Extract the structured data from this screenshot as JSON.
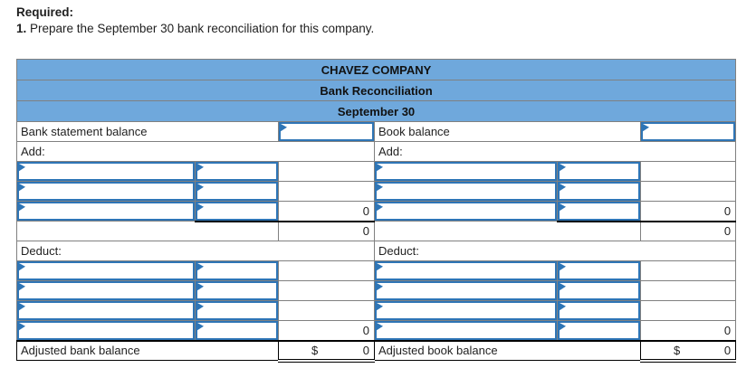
{
  "instructions": {
    "required_label": "Required:",
    "item_number": "1.",
    "item_text": "Prepare the September 30 bank reconciliation for this company."
  },
  "table": {
    "colors": {
      "header_bg": "#6fa8dc",
      "input_border": "#2e75b6",
      "grid": "#808080"
    },
    "header": {
      "company": "CHAVEZ COMPANY",
      "report": "Bank Reconciliation",
      "date": "September 30"
    },
    "bank": {
      "balance_label": "Bank statement balance",
      "add_label": "Add:",
      "add_line_total": "0",
      "add_subtotal": "0",
      "deduct_label": "Deduct:",
      "deduct_line_total": "0",
      "adjusted_label": "Adjusted bank balance",
      "dollar": "$",
      "adjusted_value": "0"
    },
    "book": {
      "balance_label": "Book balance",
      "add_label": "Add:",
      "add_line_total": "0",
      "add_subtotal": "0",
      "deduct_label": "Deduct:",
      "deduct_line_total": "0",
      "adjusted_label": "Adjusted book balance",
      "dollar": "$",
      "adjusted_value": "0"
    }
  }
}
